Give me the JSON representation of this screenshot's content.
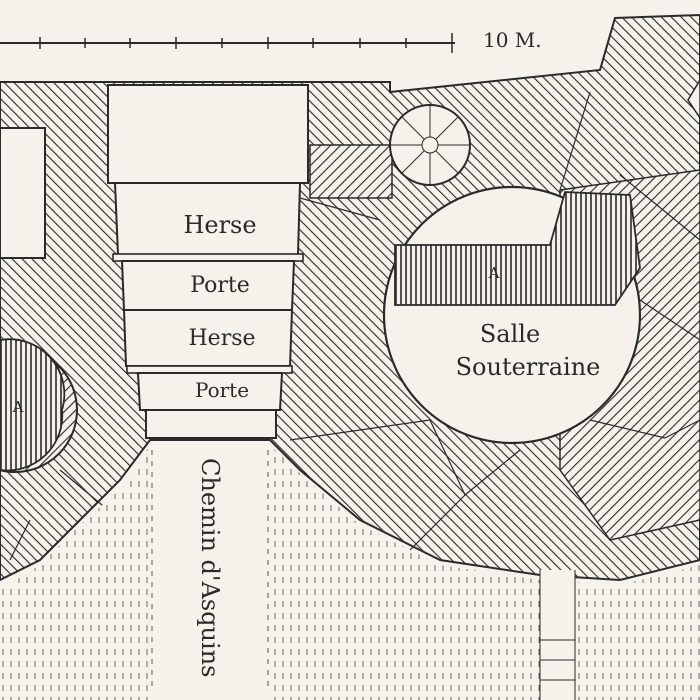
{
  "scale_bar": {
    "label": "10 M."
  },
  "passage_labels": [
    "Herse",
    "Porte",
    "Herse",
    "Porte"
  ],
  "room_label_line1": "Salle",
  "room_label_line2": "Souterraine",
  "marker_a": "A",
  "road_label": "Chemin d'Asquins",
  "colors": {
    "paper": "#f4f2ea",
    "ink": "#2a2a2a"
  }
}
